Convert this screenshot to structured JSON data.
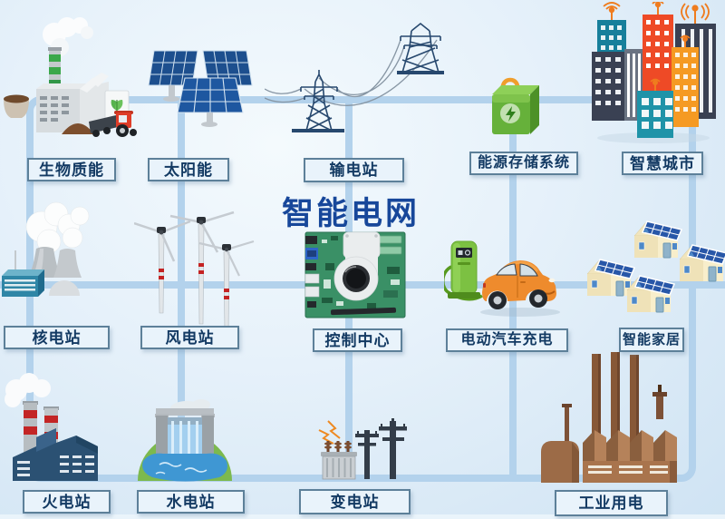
{
  "title": {
    "text": "智能电网",
    "color": "#17479a"
  },
  "diagram": {
    "line_color": "#b3d2ec",
    "label_bg": "#e9f3fb",
    "label_border": "#5d8099",
    "label_text_color": "#133a63",
    "background_top": "#f4fafd",
    "background_edge": "#cfe3f3"
  },
  "nodes": [
    {
      "icon": "biomass-plant-icon",
      "label": "生物质能"
    },
    {
      "icon": "solar-panels-icon",
      "label": "太阳能"
    },
    {
      "icon": "transmission-towers-icon",
      "label": "输电站"
    },
    {
      "icon": "energy-storage-icon",
      "label": "能源存储系统"
    },
    {
      "icon": "smart-city-icon",
      "label": "智慧城市"
    },
    {
      "icon": "nuclear-plant-icon",
      "label": "核电站"
    },
    {
      "icon": "wind-turbines-icon",
      "label": "风电站"
    },
    {
      "icon": "control-center-board-icon",
      "label": "控制中心"
    },
    {
      "icon": "ev-charging-icon",
      "label": "电动汽车充电"
    },
    {
      "icon": "smart-home-icon",
      "label": "智能家居"
    },
    {
      "icon": "thermal-plant-icon",
      "label": "火电站"
    },
    {
      "icon": "hydro-plant-icon",
      "label": "水电站"
    },
    {
      "icon": "substation-icon",
      "label": "变电站"
    },
    {
      "icon": "industrial-power-icon",
      "label": "工业用电"
    }
  ]
}
